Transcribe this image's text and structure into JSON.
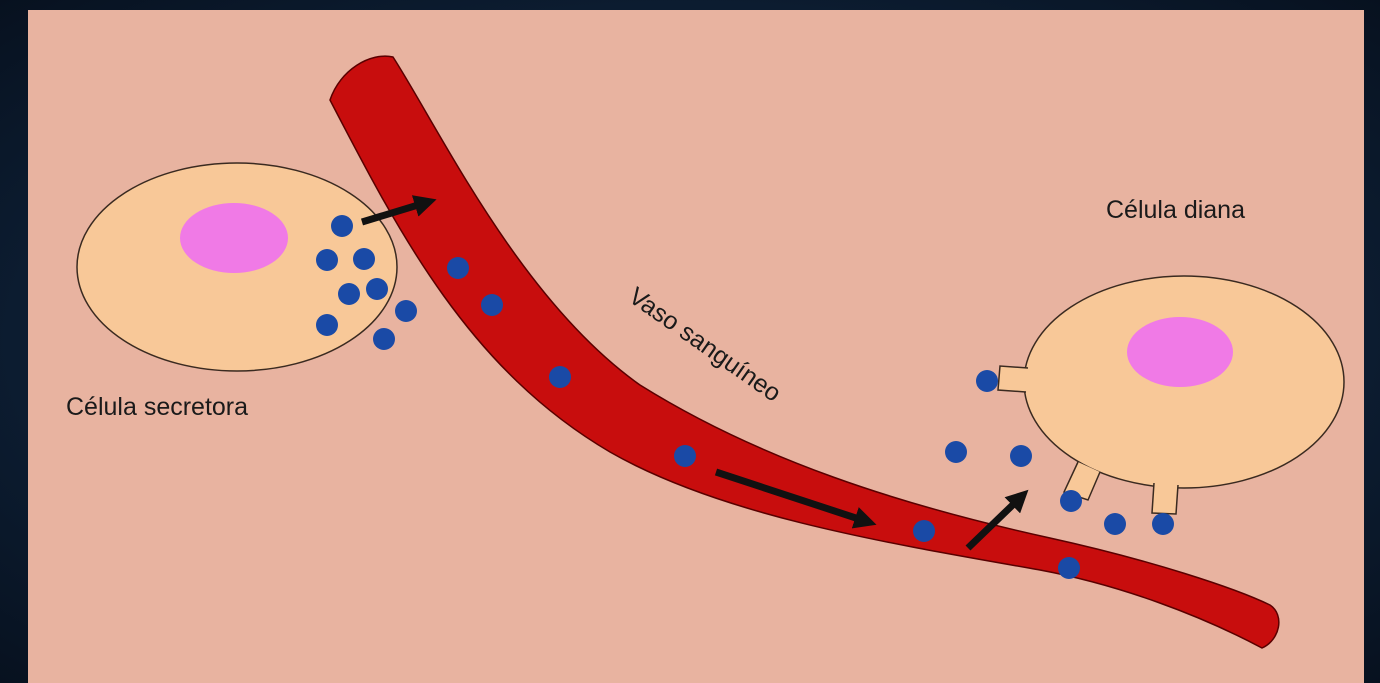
{
  "labels": {
    "secretory_cell": "Célula secretora",
    "blood_vessel": "Vaso sanguíneo",
    "target_cell": "Célula diana"
  },
  "colors": {
    "background_outer": "#0e2138",
    "panel": "#e8b3a0",
    "cell_body": "#f8c898",
    "nucleus": "#f07ae6",
    "vessel": "#c80d0d",
    "hormone": "#1a4aa6",
    "arrow": "#111111"
  },
  "icons": {
    "hormone_particle": "blue-dot",
    "receptor": "receptor-stub",
    "flow_arrow": "arrow-right"
  }
}
